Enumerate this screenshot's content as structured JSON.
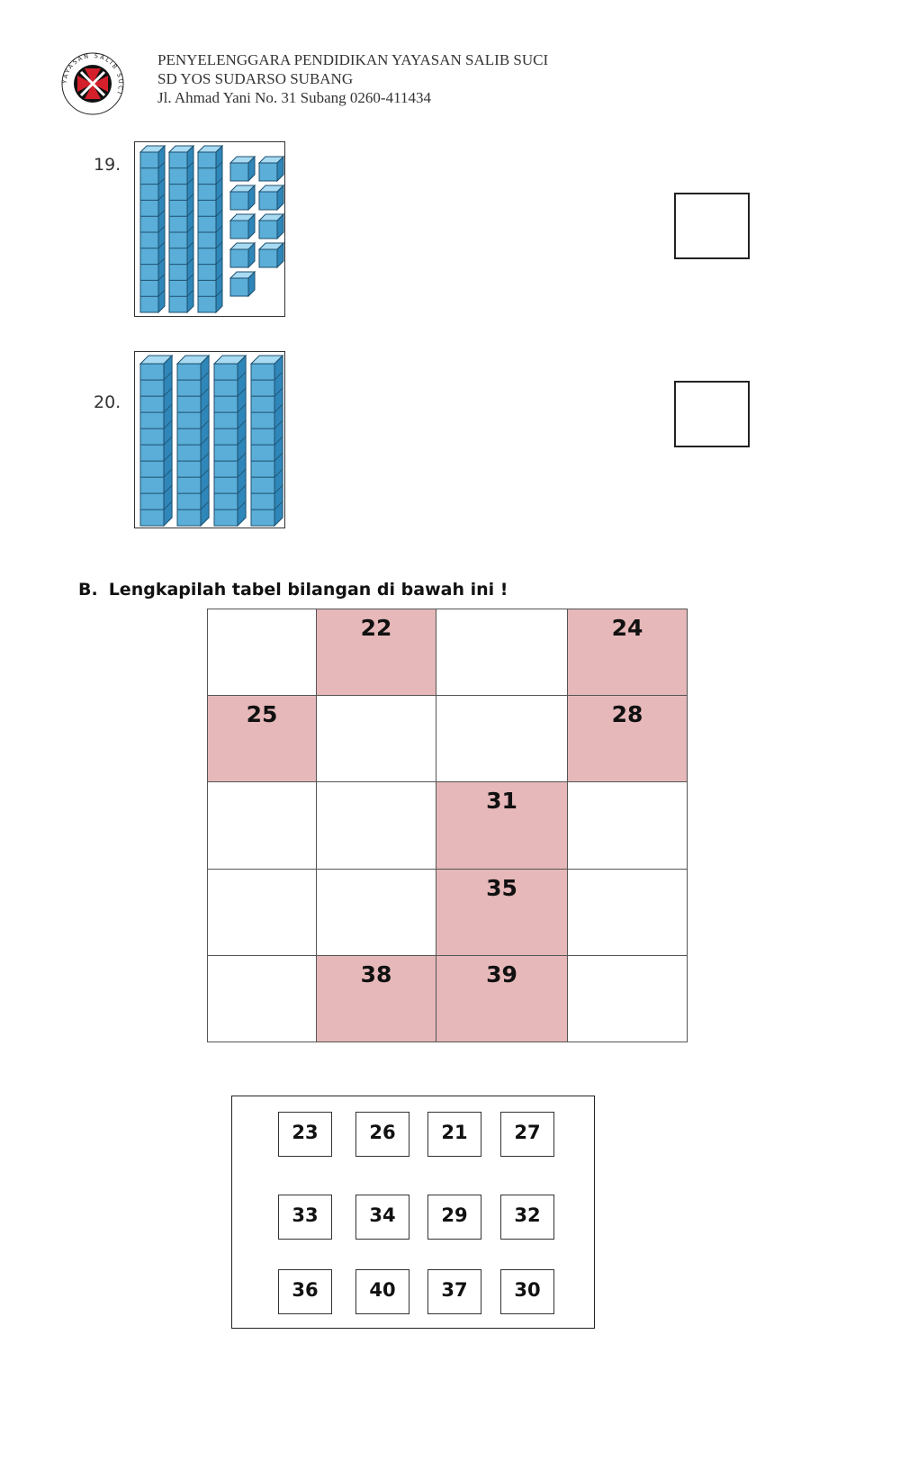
{
  "header": {
    "line1": "PENYELENGGARA PENDIDIKAN YAYASAN SALIB SUCI",
    "line2": "SD YOS SUDARSO SUBANG",
    "line3": "Jl. Ahmad Yani No. 31 Subang 0260-411434",
    "logo_ring_text": "YAYASAN SALIB SUCI",
    "logo_icon": "cross-seal-icon"
  },
  "questions": [
    {
      "number": "19.",
      "tens_rods": 3,
      "unit_cubes": 9,
      "answer": ""
    },
    {
      "number": "20.",
      "tens_rods": 4,
      "unit_cubes": 0,
      "answer": ""
    }
  ],
  "colors": {
    "cube": "#5aaed8",
    "given_cell": "#e6b8b9",
    "ink": "#111111"
  },
  "section_b": {
    "letter": "B.",
    "instruction": "Lengkapilah tabel bilangan di bawah ini !",
    "grid": [
      [
        "",
        "22",
        "",
        "24"
      ],
      [
        "25",
        "",
        "",
        "28"
      ],
      [
        "",
        "",
        "31",
        ""
      ],
      [
        "",
        "",
        "35",
        ""
      ],
      [
        "",
        "38",
        "39",
        ""
      ]
    ],
    "number_bank": [
      [
        "23",
        "26",
        "21",
        "27"
      ],
      [
        "33",
        "34",
        "29",
        "32"
      ],
      [
        "36",
        "40",
        "37",
        "30"
      ]
    ]
  }
}
